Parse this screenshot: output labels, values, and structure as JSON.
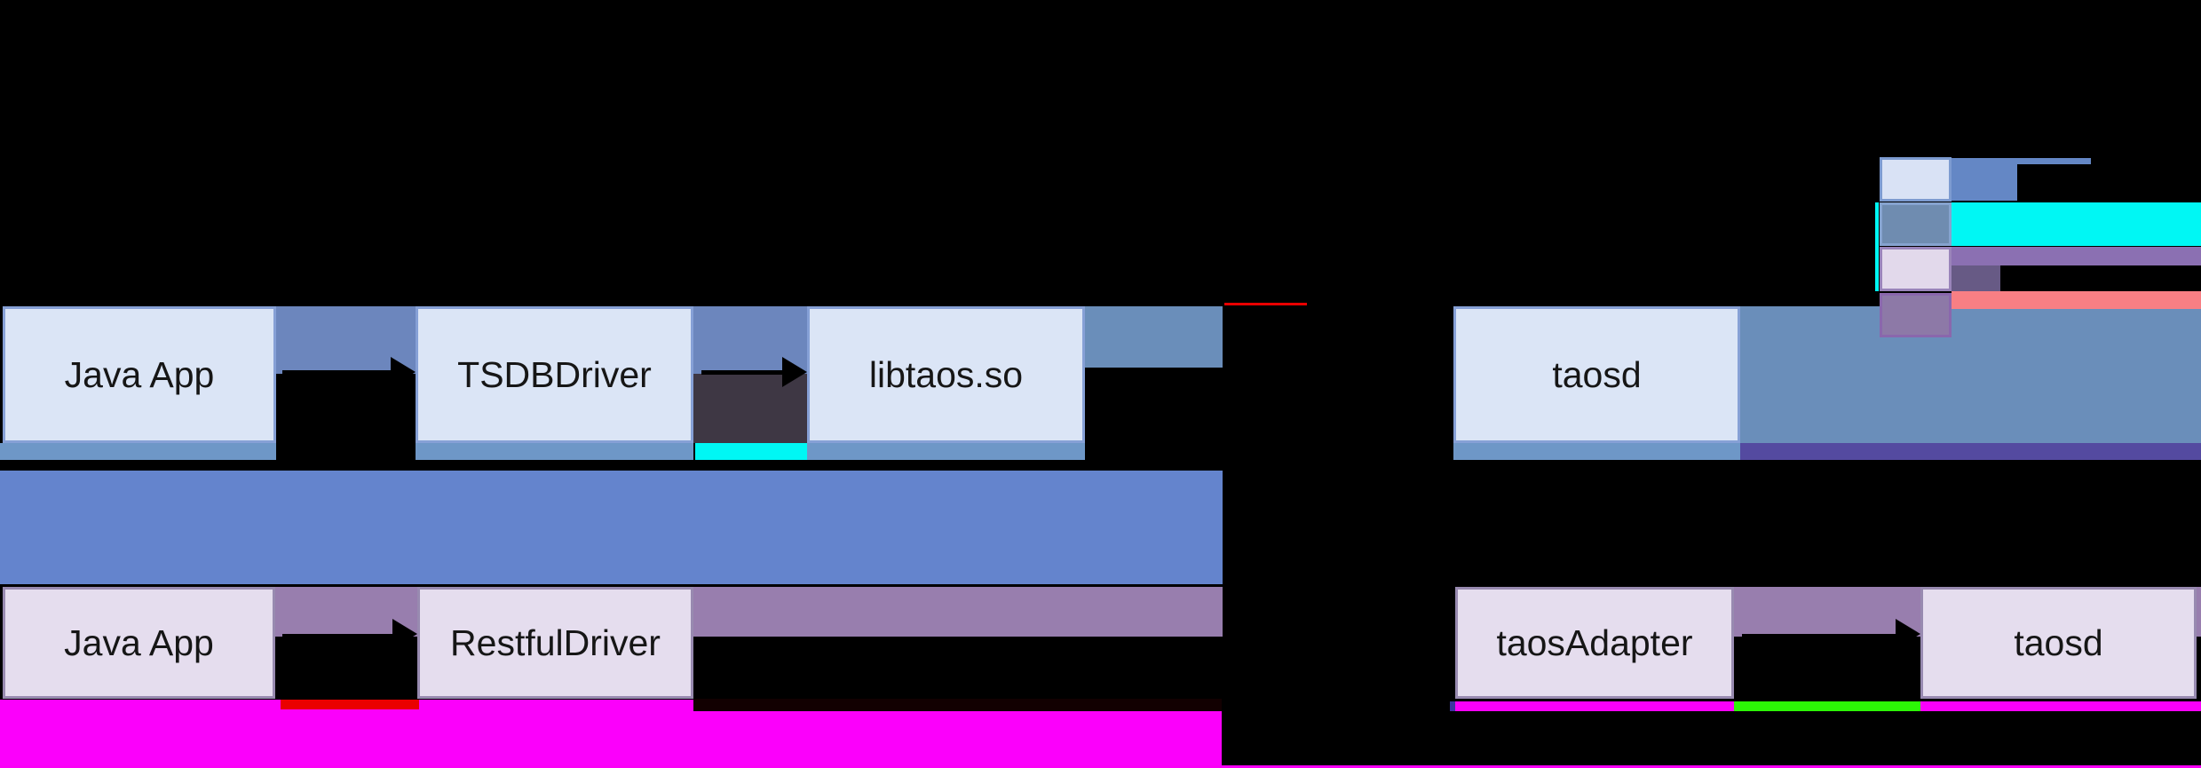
{
  "flows": {
    "native": {
      "nodes": [
        {
          "label": "Java App"
        },
        {
          "label": "TSDBDriver"
        },
        {
          "label": "libtaos.so"
        },
        {
          "label": "taosd"
        }
      ]
    },
    "rest": {
      "nodes": [
        {
          "label": "Java App"
        },
        {
          "label": "RestfulDriver"
        },
        {
          "label": "taosAdapter"
        },
        {
          "label": "taosd"
        }
      ]
    }
  },
  "legend": {
    "swatches": [
      {
        "name": "light-blue-box",
        "fill": "#d9e2f5"
      },
      {
        "name": "steel-blue-box",
        "fill": "#6f8cb0"
      },
      {
        "name": "light-purple-box",
        "fill": "#e2d9eb"
      },
      {
        "name": "mauve-box",
        "fill": "#8d79a7"
      }
    ],
    "highlight_strips": [
      "#6487c5",
      "#00f7f4",
      "#8b70b2",
      "#f87f84"
    ]
  },
  "palette": {
    "c-text": "#161616",
    "c-box-top": "#dbe5f6",
    "c-box-top-bd": "#86a0d6",
    "c-box-bot": "#e5ddee",
    "c-box-bot-bd": "#988ab0",
    "c-gap-blue": "#6c86bd",
    "c-steel": "#6a8eba",
    "c-strip": "#6e97c7",
    "c-indigo": "#544aa0",
    "c-band": "#6484cd",
    "c-purple": "#987eae",
    "c-darkgrey": "#3e3744",
    "c-magenta": "#fb00fb",
    "c-red": "#ea0000",
    "c-green": "#2cf506",
    "c-cyan": "#00f7f4",
    "c-salmon": "#f87f84",
    "c-leg-blue": "#6487c5",
    "c-leg-purple": "#8b70b2",
    "c-leg-darkpurple": "#675a85",
    "c-sw1": "#d9e2f5",
    "c-sw1-bd": "#7d9bd0",
    "c-sw2": "#6f8cb0",
    "c-sw2-bd": "#86a3cf",
    "c-sw3": "#e2d9eb",
    "c-sw3-bd": "#9a84ba",
    "c-sw4": "#8d79a7",
    "c-sw4-bd": "#8a67ad",
    "c-redline": "#e80000",
    "c-indigo2": "#3d35a0",
    "c-dark-overlay": "#120001",
    "c-bottomline": "#fa00f6"
  }
}
